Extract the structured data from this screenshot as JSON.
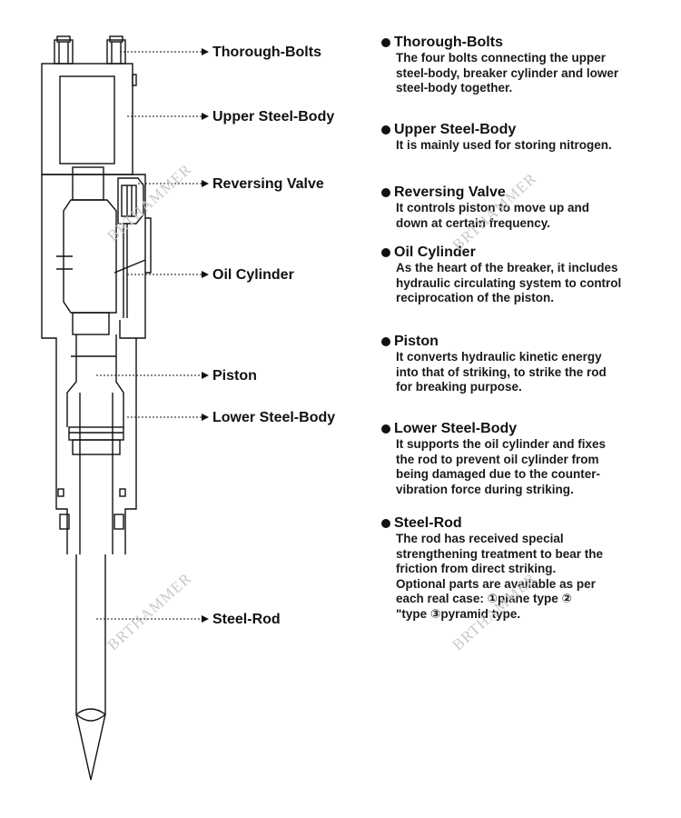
{
  "callouts": [
    {
      "label": "Thorough-Bolts"
    },
    {
      "label": "Upper Steel-Body"
    },
    {
      "label": "Reversing Valve"
    },
    {
      "label": "Oil Cylinder"
    },
    {
      "label": "Piston"
    },
    {
      "label": "Lower Steel-Body"
    },
    {
      "label": "Steel-Rod"
    }
  ],
  "descriptions": [
    {
      "title": "Thorough-Bolts",
      "body": "The four bolts connecting the upper\nsteel-body, breaker cylinder and lower\nsteel-body together."
    },
    {
      "title": "Upper Steel-Body",
      "body": "It is mainly used for storing nitrogen."
    },
    {
      "title": "Reversing Valve",
      "body": "It controls piston to move up and\ndown at certain frequency."
    },
    {
      "title": "Oil Cylinder",
      "body": "As the heart of the breaker, it includes\n hydraulic circulating system to control\nreciprocation of the piston."
    },
    {
      "title": "Piston",
      "body": "It converts hydraulic kinetic energy\ninto that of striking, to strike the rod\nfor breaking purpose."
    },
    {
      "title": "Lower Steel-Body",
      "body": "It supports the oil cylinder and fixes\nthe rod to prevent oil cylinder from\nbeing damaged due to the counter-\nvibration force during striking."
    },
    {
      "title": "Steel-Rod",
      "body": "The rod has received special\nstrengthening treatment to bear the\nfriction from direct striking.\nOptional parts are available as per\neach real case: ①plane type ②\n\"type ③pyramid type."
    }
  ],
  "watermark": "BRTHAMMER"
}
